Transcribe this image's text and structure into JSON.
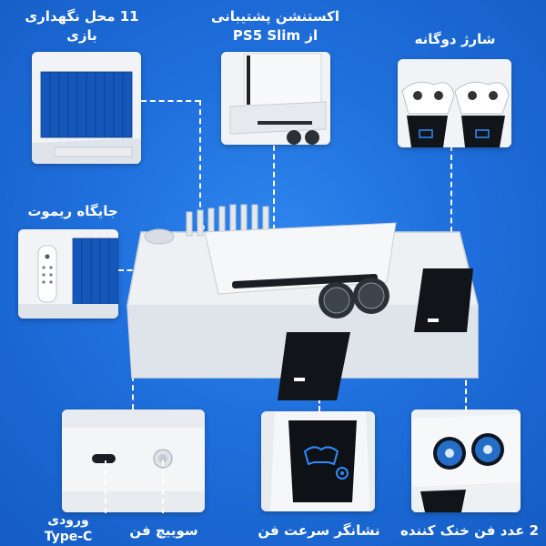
{
  "features": {
    "storage": {
      "line1": "11 محل نگهداری",
      "line2": "بازی"
    },
    "slim": {
      "line1": "اکستنشن پشتیبانی",
      "line2": "از PS5 Slim"
    },
    "dual_charge": {
      "label": "شارژ دوگانه"
    },
    "remote_holder": {
      "label": "جایگاه ریموت"
    },
    "input_port": {
      "line1": "ورودی",
      "line2": "Type-C"
    },
    "fan_switch": {
      "label": "سوییچ فن"
    },
    "speed_indicator": {
      "label": "نشانگر سرعت فن"
    },
    "cooling_fans": {
      "label": "2 عدد فن خنک کننده"
    }
  },
  "colors": {
    "background": "#1f6fdc",
    "panel": "#f4f6f8",
    "game_case": "#1457b8",
    "device_white": "#eef1f4",
    "led_blue": "#2d8cff",
    "dock_black": "#111418"
  }
}
